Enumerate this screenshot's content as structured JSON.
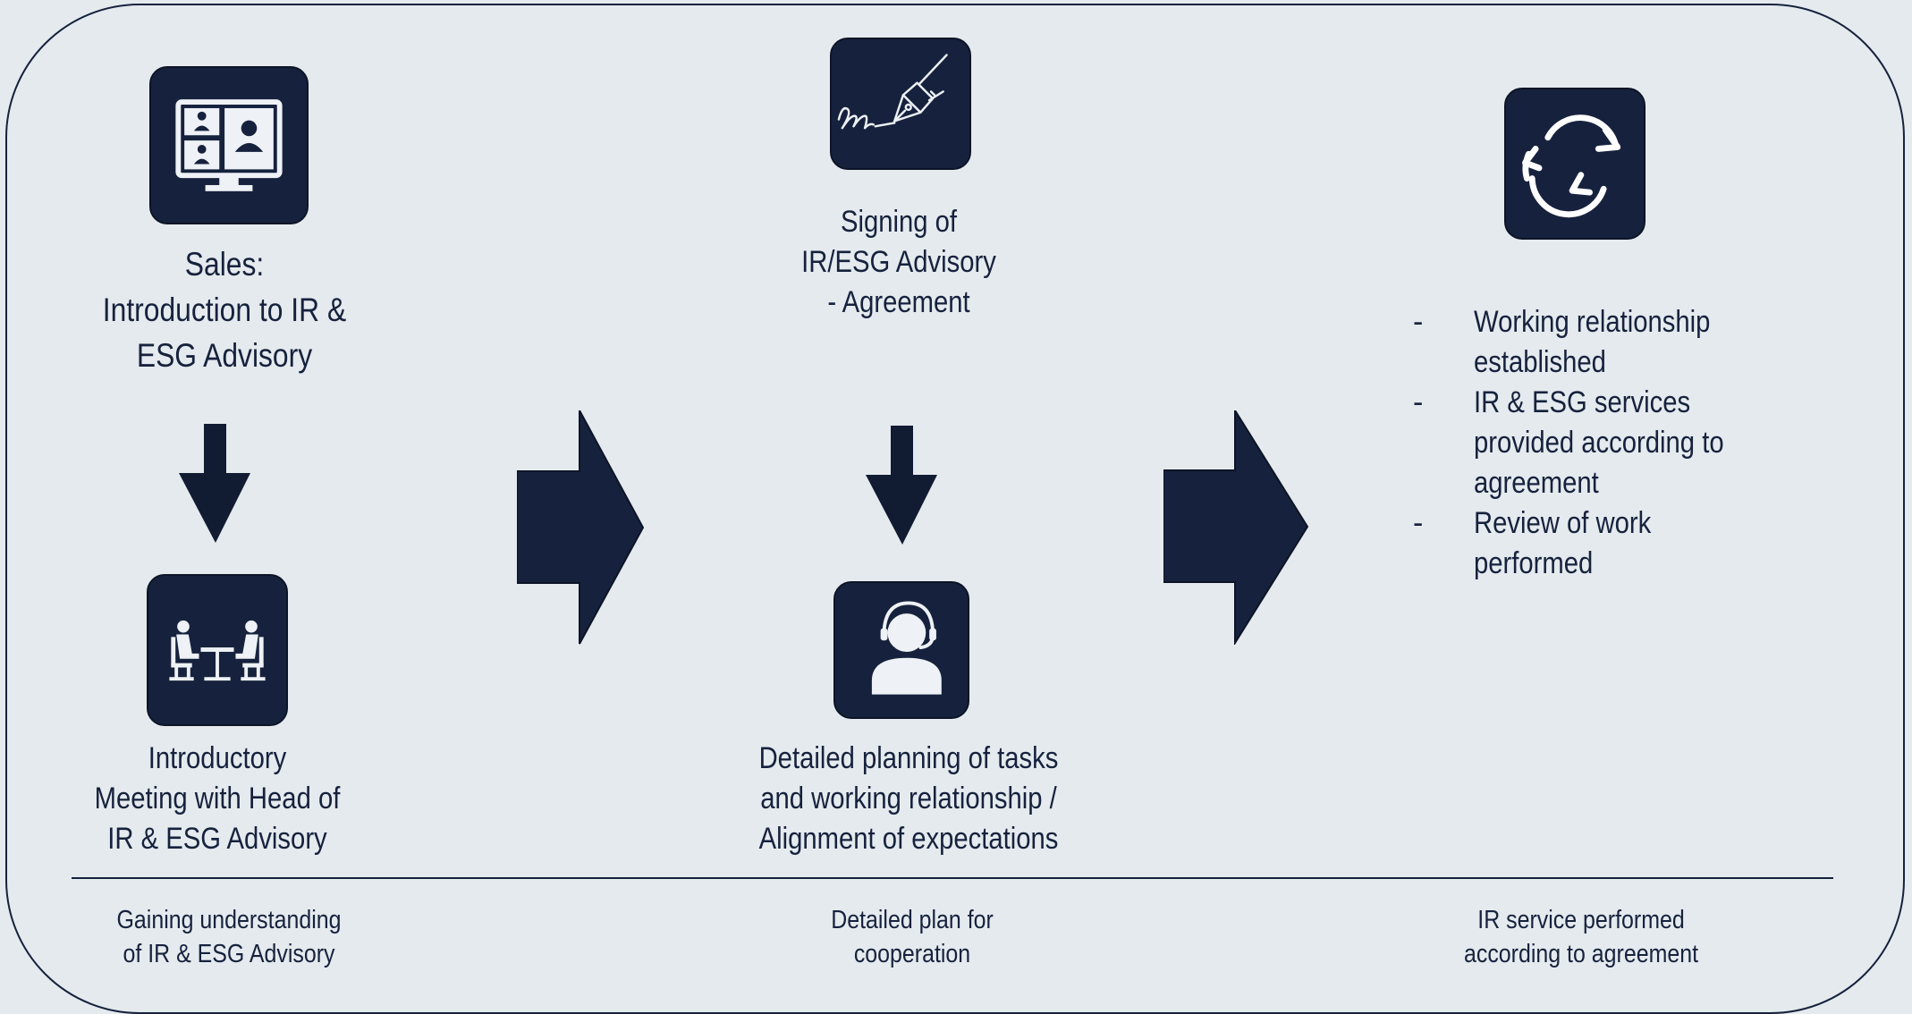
{
  "steps": {
    "sales": {
      "label": "Sales:\nIntroduction to IR &\nESG Advisory"
    },
    "intro_meeting": {
      "label": "Introductory\nMeeting with Head of\nIR & ESG Advisory"
    },
    "signing": {
      "label": "Signing of\nIR/ESG Advisory\n- Agreement"
    },
    "planning": {
      "label": "Detailed planning of tasks\nand working relationship /\nAlignment of expectations"
    }
  },
  "outcomes": {
    "bullets": [
      "Working relationship established",
      "IR & ESG services provided according to agreement",
      "Review of work performed"
    ]
  },
  "captions": {
    "phase1": "Gaining understanding\nof IR & ESG Advisory",
    "phase2": "Detailed plan for\ncooperation",
    "phase3": "IR service performed\naccording to agreement"
  },
  "icons": {
    "sales": "video-conference-icon",
    "meeting": "meeting-table-icon",
    "signing": "signature-pen-icon",
    "planning": "headset-support-icon",
    "service": "refresh-cycle-icon"
  },
  "colors": {
    "background": "#e5eaee",
    "navy": "#16223d",
    "icon_fg": "#ffffff"
  }
}
